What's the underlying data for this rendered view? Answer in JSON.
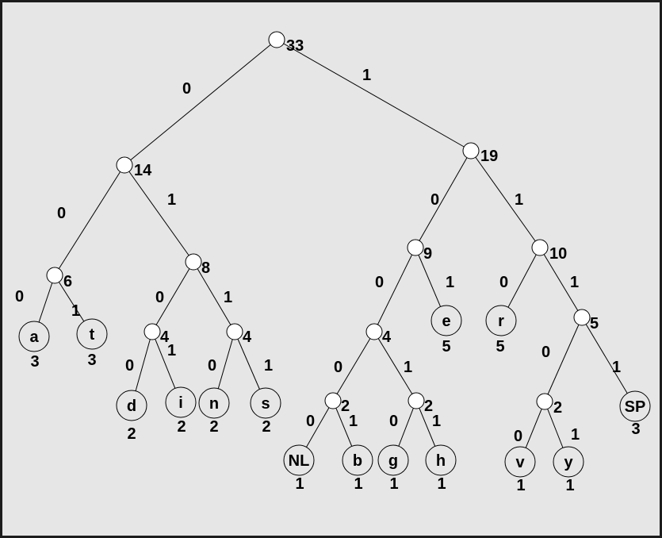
{
  "nodes": {
    "root": {
      "count": "33"
    },
    "n14": {
      "count": "14"
    },
    "n19": {
      "count": "19"
    },
    "n6": {
      "count": "6"
    },
    "n8": {
      "count": "8"
    },
    "n9": {
      "count": "9"
    },
    "n10": {
      "count": "10"
    },
    "n4a": {
      "count": "4"
    },
    "n4b": {
      "count": "4"
    },
    "n4c": {
      "count": "4"
    },
    "n5": {
      "count": "5"
    },
    "n2a": {
      "count": "2"
    },
    "n2b": {
      "count": "2"
    },
    "n2c": {
      "count": "2"
    }
  },
  "leaves": {
    "a": {
      "symbol": "a",
      "count": "3"
    },
    "t": {
      "symbol": "t",
      "count": "3"
    },
    "d": {
      "symbol": "d",
      "count": "2"
    },
    "i": {
      "symbol": "i",
      "count": "2"
    },
    "n": {
      "symbol": "n",
      "count": "2"
    },
    "s": {
      "symbol": "s",
      "count": "2"
    },
    "e": {
      "symbol": "e",
      "count": "5"
    },
    "r": {
      "symbol": "r",
      "count": "5"
    },
    "NL": {
      "symbol": "NL",
      "count": "1"
    },
    "b": {
      "symbol": "b",
      "count": "1"
    },
    "g": {
      "symbol": "g",
      "count": "1"
    },
    "h": {
      "symbol": "h",
      "count": "1"
    },
    "v": {
      "symbol": "v",
      "count": "1"
    },
    "y": {
      "symbol": "y",
      "count": "1"
    },
    "SP": {
      "symbol": "SP",
      "count": "3"
    }
  },
  "bits": {
    "zero": "0",
    "one": "1"
  },
  "colors": {
    "background": "#e6e6e6",
    "frame": "#1c1c1c",
    "ink": "#000000",
    "node_fill": "#ffffff"
  }
}
